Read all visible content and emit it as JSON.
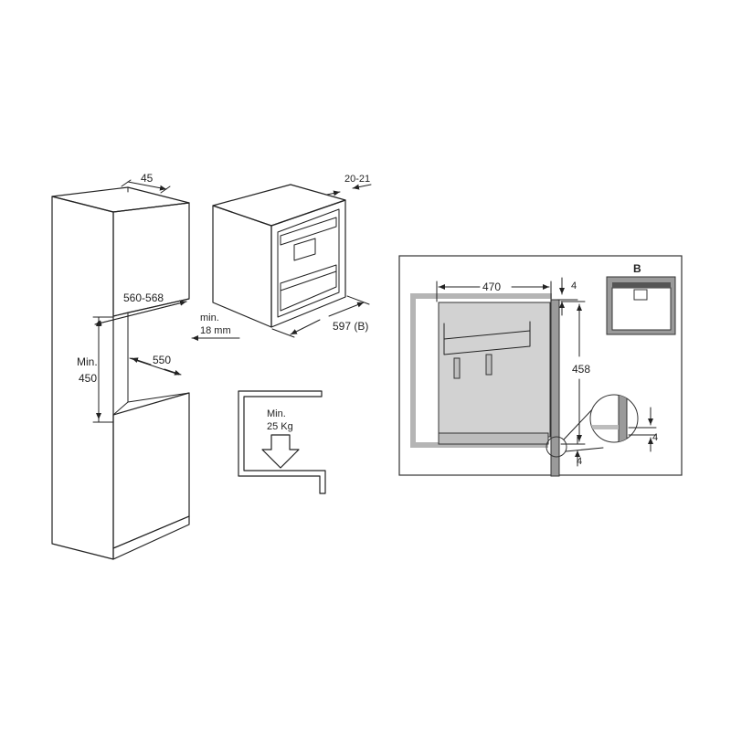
{
  "colors": {
    "line": "#222222",
    "fill_light": "#e6e6e6",
    "fill_mid": "#cfcfcf",
    "fill_dark": "#9a9a9a",
    "panel_border": "#333333"
  },
  "cabinet": {
    "depth_label": "45",
    "width_label": "560-568",
    "height_label_1": "Min.",
    "height_label_2": "450",
    "inner_depth_label": "550",
    "clearance_label_1": "min.",
    "clearance_label_2": "18 mm"
  },
  "appliance": {
    "panel_label": "20-21",
    "width_label": "597 (B)"
  },
  "shelf": {
    "load_label_1": "Min.",
    "load_label_2": "25 Kg"
  },
  "detail_panel": {
    "width_label": "470",
    "gap_top_label": "4",
    "height_label": "458",
    "gap_right_label": "4",
    "gap_bottom_label": "4",
    "variant_label": "B"
  }
}
